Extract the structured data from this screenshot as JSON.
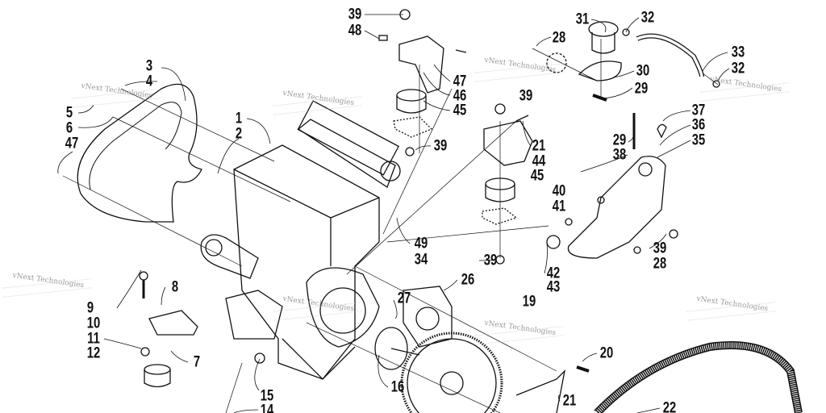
{
  "diagram": {
    "title": "Engine parts exploded view",
    "watermark": "vNext Technologies",
    "labels": [
      "39",
      "48",
      "47",
      "46",
      "45",
      "39",
      "3",
      "4",
      "5",
      "6",
      "47",
      "1",
      "2",
      "31",
      "32",
      "28",
      "30",
      "29",
      "33",
      "32",
      "39",
      "21",
      "44",
      "37",
      "36",
      "35",
      "29",
      "38",
      "45",
      "40",
      "41",
      "49",
      "34",
      "39",
      "42",
      "43",
      "39",
      "28",
      "26",
      "27",
      "19",
      "8",
      "9",
      "10",
      "11",
      "12",
      "7",
      "20",
      "15",
      "16",
      "21",
      "22",
      "14"
    ]
  }
}
